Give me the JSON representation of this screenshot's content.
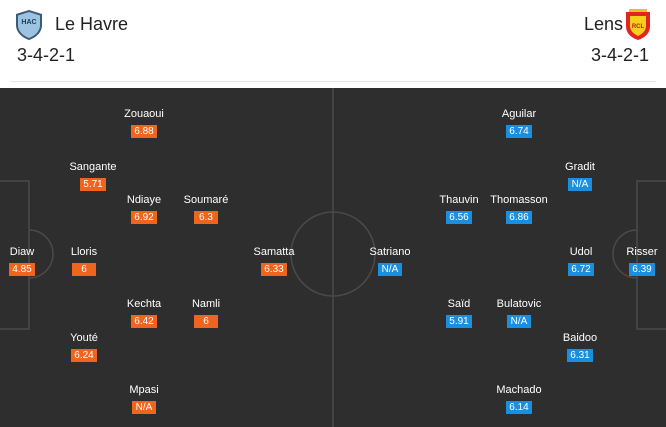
{
  "home": {
    "name": "Le Havre",
    "formation": "3-4-2-1",
    "crest_text": "HAC",
    "color": "#f0641e",
    "players": [
      {
        "name": "Diaw",
        "rating": "4.85"
      },
      {
        "name": "Lloris",
        "rating": "6"
      },
      {
        "name": "Sangante",
        "rating": "5.71"
      },
      {
        "name": "Youté",
        "rating": "6.24"
      },
      {
        "name": "Zouaoui",
        "rating": "6.88"
      },
      {
        "name": "Ndiaye",
        "rating": "6.92"
      },
      {
        "name": "Kechta",
        "rating": "6.42"
      },
      {
        "name": "Mpasi",
        "rating": "N/A"
      },
      {
        "name": "Soumaré",
        "rating": "6.3"
      },
      {
        "name": "Namli",
        "rating": "6"
      },
      {
        "name": "Samatta",
        "rating": "6.33"
      }
    ]
  },
  "away": {
    "name": "Lens",
    "formation": "3-4-2-1",
    "crest_text": "RCL",
    "color": "#1a8fe0",
    "players": [
      {
        "name": "Risser",
        "rating": "6.39"
      },
      {
        "name": "Udol",
        "rating": "6.72"
      },
      {
        "name": "Gradit",
        "rating": "N/A"
      },
      {
        "name": "Baidoo",
        "rating": "6.31"
      },
      {
        "name": "Aguilar",
        "rating": "6.74"
      },
      {
        "name": "Thomasson",
        "rating": "6.86"
      },
      {
        "name": "Bulatovic",
        "rating": "N/A"
      },
      {
        "name": "Machado",
        "rating": "6.14"
      },
      {
        "name": "Thauvin",
        "rating": "6.56"
      },
      {
        "name": "Saïd",
        "rating": "5.91"
      },
      {
        "name": "Satriano",
        "rating": "N/A"
      }
    ]
  }
}
